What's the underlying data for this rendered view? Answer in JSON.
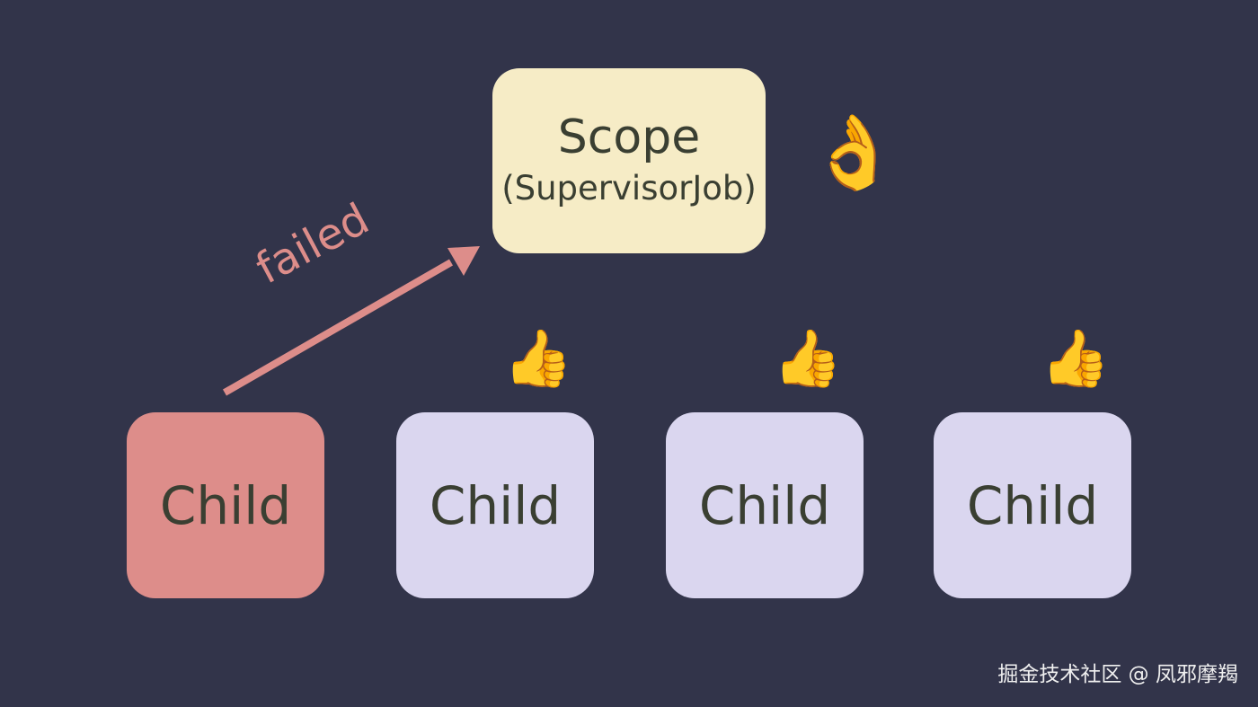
{
  "scope": {
    "title": "Scope",
    "subtitle": "(SupervisorJob)"
  },
  "children": [
    {
      "label": "Child",
      "state": "failed"
    },
    {
      "label": "Child",
      "state": "ok"
    },
    {
      "label": "Child",
      "state": "ok"
    },
    {
      "label": "Child",
      "state": "ok"
    }
  ],
  "edge": {
    "label": "failed",
    "color": "#dd8d8a"
  },
  "emoji": {
    "scope_status": "👌",
    "child_status": "👍"
  },
  "colors": {
    "background": "#32344a",
    "scope_fill": "#f6ecc6",
    "child_fill": "#dad6ef",
    "failed_fill": "#dd8d8a",
    "text": "#3a3f32"
  },
  "watermark": "掘金技术社区 @ 凤邪摩羯"
}
